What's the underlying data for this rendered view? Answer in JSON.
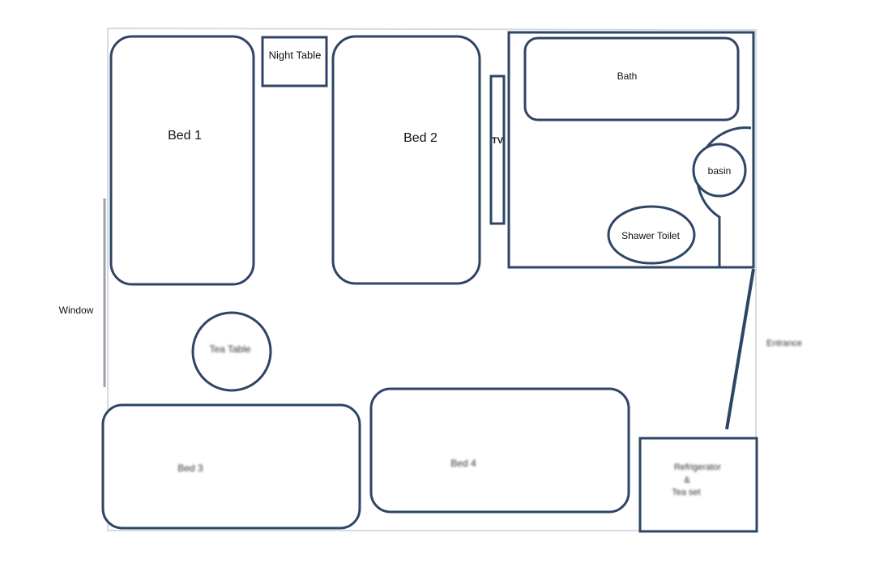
{
  "floor_plan": {
    "beds": [
      {
        "label": "Bed    1"
      },
      {
        "label": "Bed    2"
      },
      {
        "label": "Bed   3"
      },
      {
        "label": "Bed   4"
      }
    ],
    "night_table": "Night Table",
    "tv": "TV",
    "bath": "Bath",
    "basin": "basin",
    "shower_toilet": "Shawer Toilet",
    "tea_table": "Tea     Table",
    "window": "Window",
    "entrance": "Entrance",
    "refrigerator": {
      "line1": "Refrigerator",
      "line2": "&",
      "line3": "Tea set"
    },
    "colors": {
      "outline": "#2e4566",
      "wall": "#d6dbe2",
      "window": "#9aa3ad"
    }
  }
}
